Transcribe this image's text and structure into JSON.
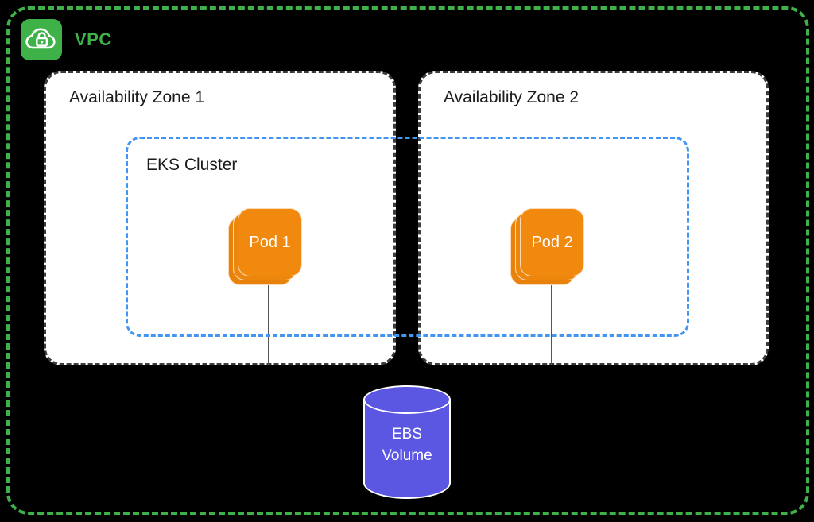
{
  "background": "#000000",
  "vpc": {
    "label": "VPC",
    "color": "#3EB249",
    "icon": "cloud-lock"
  },
  "zones": [
    {
      "label": "Availability Zone 1"
    },
    {
      "label": "Availability Zone 2"
    }
  ],
  "eks": {
    "label": "EKS Cluster",
    "border_color": "#4296F1"
  },
  "pods": [
    {
      "label": "Pod 1"
    },
    {
      "label": "Pod 2"
    }
  ],
  "pod_color": "#F0890E",
  "ebs": {
    "line1": "EBS",
    "line2": "Volume",
    "color": "#5B57E2"
  }
}
